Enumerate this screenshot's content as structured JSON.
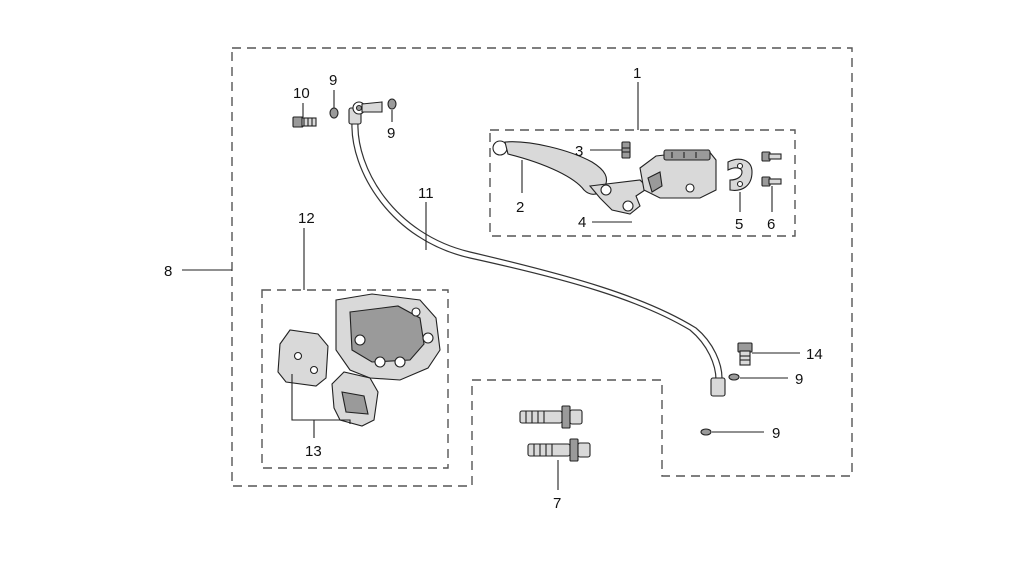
{
  "diagram": {
    "callouts": {
      "c1": "1",
      "c2": "2",
      "c3": "3",
      "c4": "4",
      "c5": "5",
      "c6": "6",
      "c7": "7",
      "c8": "8",
      "c9a": "9",
      "c9b": "9",
      "c9c": "9",
      "c9d": "9",
      "c10": "10",
      "c11": "11",
      "c12": "12",
      "c13": "13",
      "c14": "14"
    }
  }
}
